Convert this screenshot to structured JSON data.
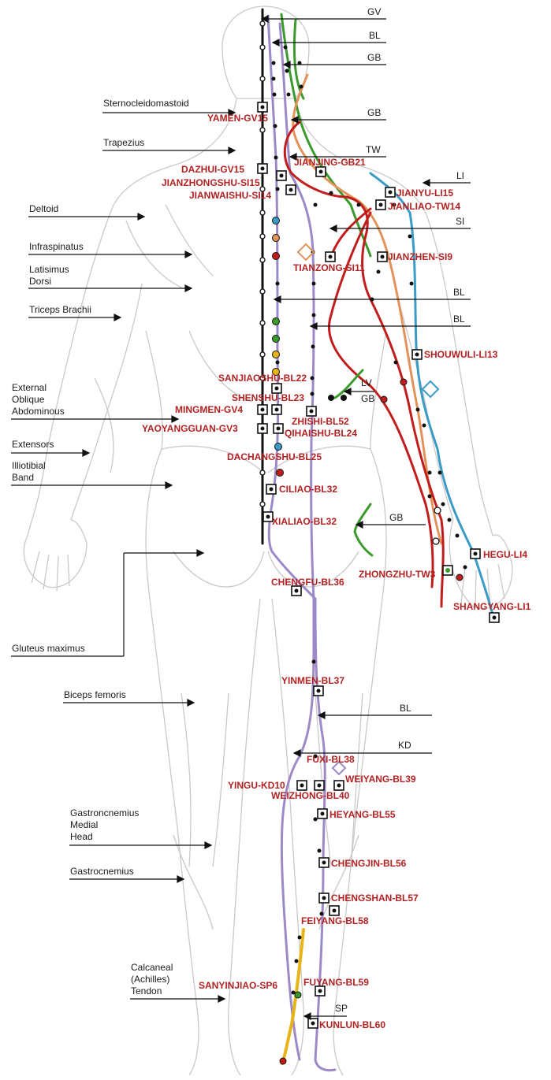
{
  "colors": {
    "gv": "#111111",
    "bl": "#9b8ac6",
    "gb": "#3a9a2c",
    "tw": "#e3935a",
    "li": "#3a9bc6",
    "si": "#c21d1d",
    "sp": "#e6b417",
    "outline": "#c9c9c9",
    "point_label": "#b22222"
  },
  "muscles": {
    "sternocleidomastoid": "Sternocleidomastoid",
    "trapezius": "Trapezius",
    "deltoid": "Deltoid",
    "infraspinatus": "Infraspinatus",
    "latissimus_1": "Latisimus",
    "latissimus_2": "Dorsi",
    "triceps": "Triceps Brachii",
    "oblique_1": "External",
    "oblique_2": "Oblique",
    "oblique_3": "Abdominous",
    "extensors": "Extensors",
    "itband_1": "Illiotibial",
    "itband_2": "Band",
    "gluteus": "Gluteus maximus",
    "biceps_femoris": "Biceps femoris",
    "gastro_medial_1": "Gastroncnemius",
    "gastro_medial_2": "Medial",
    "gastro_medial_3": "Head",
    "gastrocnemius": "Gastrocnemius",
    "calcaneal_1": "Calcaneal",
    "calcaneal_2": "(Achilles)",
    "calcaneal_3": "Tendon"
  },
  "meridians": {
    "gv": "GV",
    "bl_top": "BL",
    "gb_top": "GB",
    "gb_neck": "GB",
    "tw": "TW",
    "li": "LI",
    "si": "SI",
    "bl_back1": "BL",
    "bl_back2": "BL",
    "lv": "LV",
    "gb_waist": "GB",
    "gb_hip": "GB",
    "bl_leg": "BL",
    "kd": "KD",
    "sp": "SP"
  },
  "points": {
    "yamen": "YAMEN-GV15",
    "jianjing": "JIANJING-GB21",
    "dazhui": "DAZHUI-GV15",
    "jianzhongshu": "JIANZHONGSHU-SI15",
    "jianwaishu": "JIANWAISHU-SI14",
    "jianyu": "JIANYU-LI15",
    "jianliao": "JIANLIAO-TW14",
    "jianzhen": "JIANZHEN-SI9",
    "tianzong": "TIANZONG-SI11",
    "shouwuli": "SHOUWULI-LI13",
    "sanjiaoshu": "SANJIAOSHU-BL22",
    "shenshu": "SHENSHU-BL23",
    "zhishi": "ZHISHI-BL52",
    "mingmen": "MINGMEN-GV4",
    "yaoyangguan": "YAOYANGGUAN-GV3",
    "qihaishu": "QIHAISHU-BL24",
    "dachangshu": "DACHANGSHU-BL25",
    "ciliao": "CILIAO-BL32",
    "xialiao": "XIALIAO-BL32",
    "hegu": "HEGU-LI4",
    "zhongzhu": "ZHONGZHU-TW3",
    "chengfu": "CHENGFU-BL36",
    "shangyang": "SHANGYANG-LI1",
    "yinmen": "YINMEN-BL37",
    "fuxi": "FUXI-BL38",
    "weiyang": "WEIYANG-BL39",
    "yingu": "YINGU-KD10",
    "weizhong": "WEIZHONG-BL40",
    "heyang": "HEYANG-BL55",
    "chengjin": "CHENGJIN-BL56",
    "chengshan": "CHENGSHAN-BL57",
    "feiyang": "FEIYANG-BL58",
    "sanyinjiao": "SANYINJIAO-SP6",
    "fuyang": "FUYANG-BL59",
    "kunlun": "KUNLUN-BL60"
  }
}
